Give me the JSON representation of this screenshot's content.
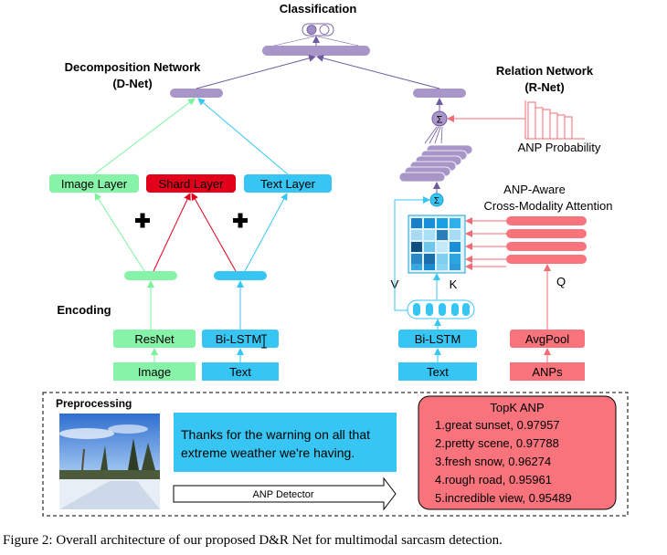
{
  "titles": {
    "classification": "Classification",
    "dnet_line1": "Decomposition Network",
    "dnet_line2": "(D-Net)",
    "rnet_line1": "Relation Network",
    "rnet_line2": "(R-Net)",
    "encoding": "Encoding",
    "anp_probability": "ANP Probability",
    "attention_line1": "ANP-Aware",
    "attention_line2": "Cross-Modality Attention",
    "v_label": "V",
    "k_label": "K",
    "q_label": "Q",
    "sigma": "Σ"
  },
  "dnet_layers": {
    "image": "Image Layer",
    "shared": "Shard Layer",
    "text": "Text Layer"
  },
  "encoders": {
    "resnet": "ResNet",
    "bilstm_left": "Bi-LSTM",
    "bilstm_right": "Bi-LSTM",
    "avgpool": "AvgPool"
  },
  "inputs": {
    "image": "Image",
    "text_left": "Text",
    "text_right": "Text",
    "anps": "ANPs"
  },
  "preprocessing": {
    "title": "Preprocessing",
    "tweet_line1": "Thanks for the warning on all that",
    "tweet_line2": "extreme weather we're having.",
    "detector": "ANP Detector",
    "topk_title": "TopK ANP",
    "topk_items": [
      "1.great sunset, 0.97957",
      "2.pretty scene, 0.97788",
      "3.fresh snow, 0.96274",
      "4.rough road, 0.95961",
      "5.incredible view, 0.95489"
    ]
  },
  "caption": "Figure 2: Overall architecture of our proposed D&R Net for multimodal sarcasm detection.",
  "colors": {
    "green": "#86f3a8",
    "red": "#e3001b",
    "cyan": "#37c6f4",
    "salmon": "#f8737c",
    "purple": "#a996c8",
    "purple_dark": "#8d7ab3"
  }
}
